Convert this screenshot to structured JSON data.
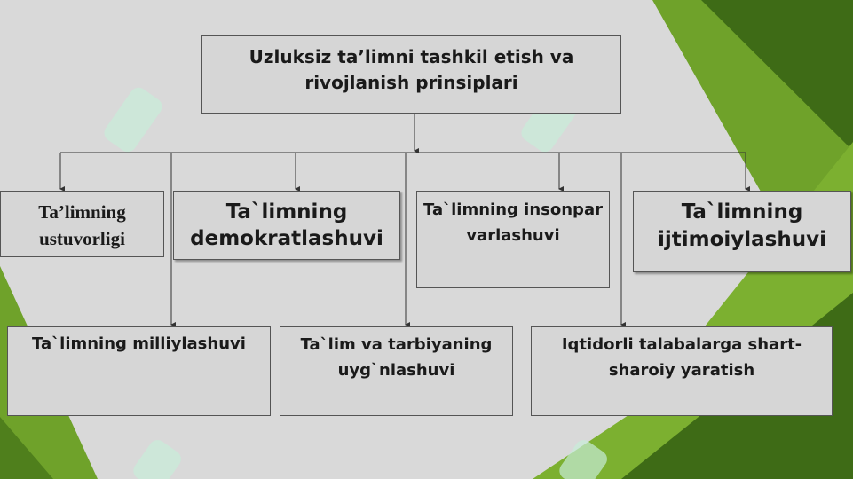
{
  "colors": {
    "background": "#d9d9d9",
    "accent_green": "#6fa22a",
    "dark_green": "#3e6b16",
    "watermark": "#c8ecd9"
  },
  "diagram": {
    "root": "Uzluksiz ta’limni tashkil etish va rivojlanish prinsiplari",
    "row1": [
      "Ta’limning ustuvorligi",
      "Ta`limning demokratlashuvi",
      "Ta`limning insonparvarlashuvi",
      "Ta`limning ijtimoiylashuvi"
    ],
    "row2": [
      "Ta`limning milliylashuvi",
      "Ta`lim va tarbiyaning uyg`nlashuvi",
      "Iqtidorli talabalarga shart-sharoiy yaratish"
    ]
  }
}
